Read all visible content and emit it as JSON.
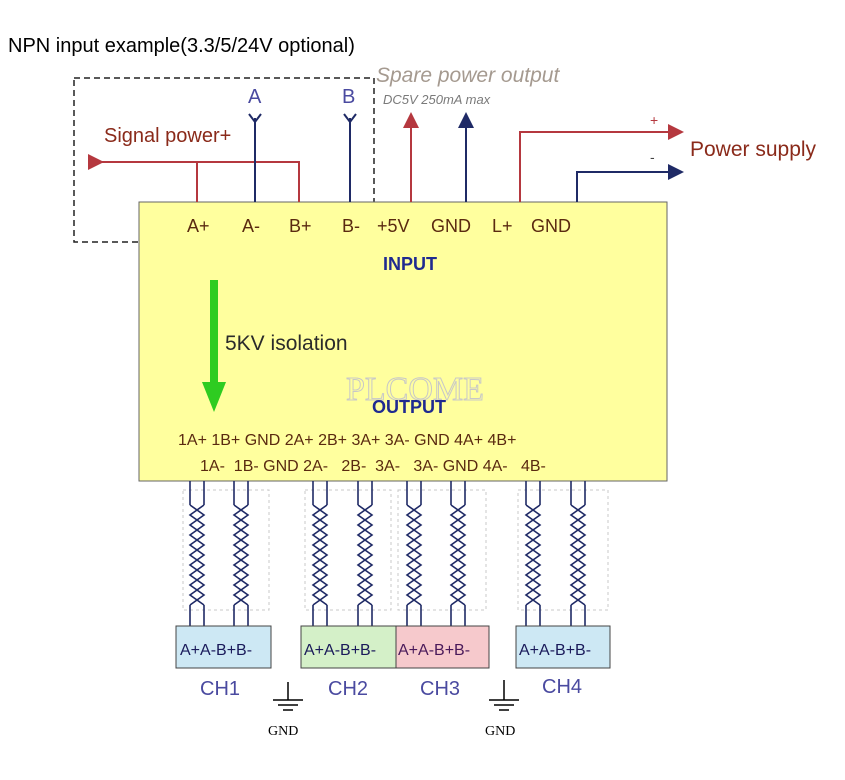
{
  "title": "NPN input example(3.3/5/24V optional)",
  "spare": {
    "label": "Spare power output",
    "spec": "DC5V 250mA max"
  },
  "signal_power": "Signal power+",
  "power_supply": {
    "label": "Power supply",
    "plus": "+",
    "minus": "-"
  },
  "inputs": {
    "a": "A",
    "b": "B"
  },
  "input_pins": [
    "A+",
    "A-",
    "B+",
    "B-",
    "+5V",
    "GND",
    "L+",
    "GND"
  ],
  "box": {
    "input_label": "INPUT",
    "output_label": "OUTPUT",
    "isolation": "5KV isolation",
    "watermark": "PLCOME"
  },
  "output_row1": "1A+ 1B+ GND 2A+ 2B+ 3A+ 3A- GND 4A+ 4B+",
  "output_row2": "1A-  1B- GND 2A-   2B-  3A-   3A- GND 4A-   4B-",
  "channels": [
    {
      "name": "CH1",
      "terminal": "A+A-B+B-",
      "color": "#cde8f4"
    },
    {
      "name": "CH2",
      "terminal": "A+A-B+B-",
      "color": "#d4f0c8"
    },
    {
      "name": "CH3",
      "terminal": "A+A-B+B-",
      "color": "#f6c9cc"
    },
    {
      "name": "CH4",
      "terminal": "A+A-B+B-",
      "color": "#cde8f4"
    }
  ],
  "gnd": [
    "GND",
    "GND"
  ],
  "colors": {
    "red": "#b5383f",
    "navy": "#1f2a66",
    "box_fill": "#ffff9e",
    "green": "#2ecc21",
    "dark_red": "#8a2a1a"
  }
}
